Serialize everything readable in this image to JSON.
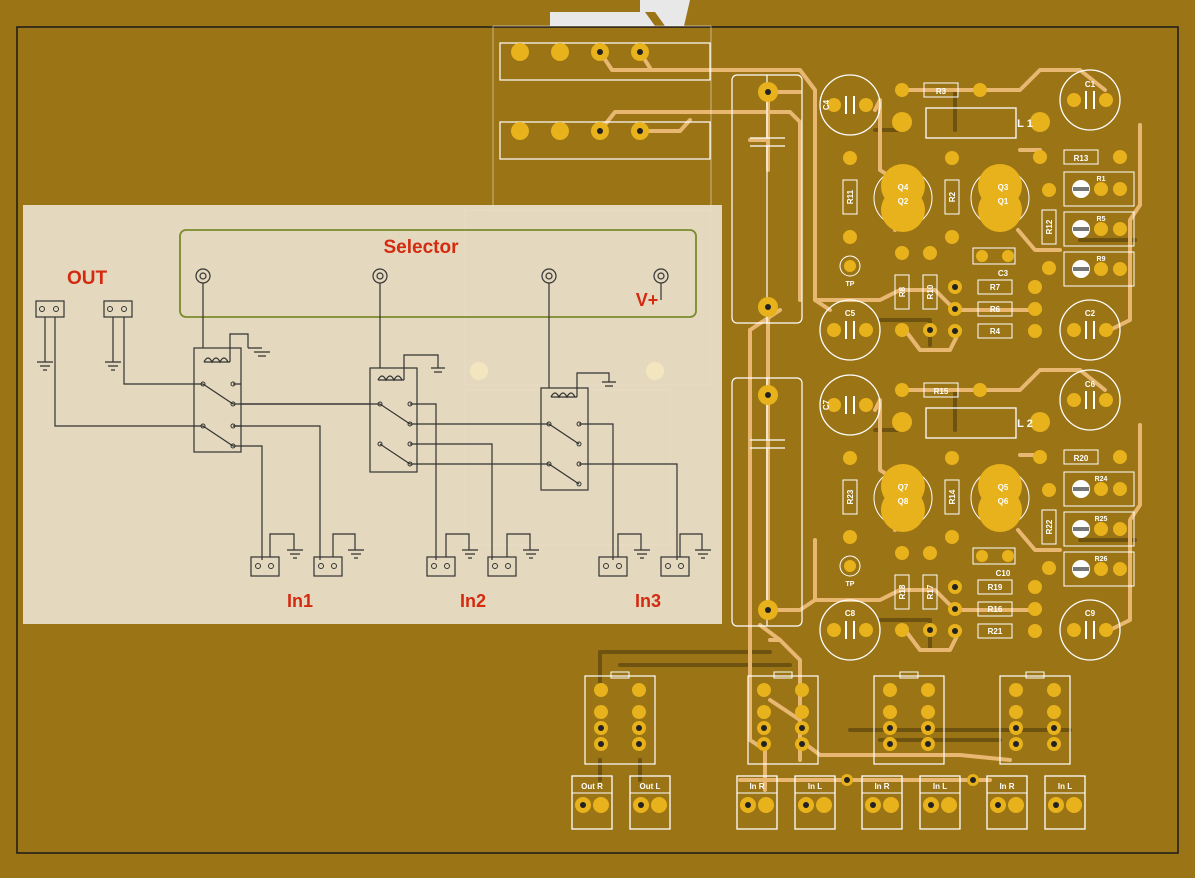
{
  "colors": {
    "board": "#9b7416",
    "trace": "#e8b872",
    "trace_dark": "#6e5210",
    "pad": "#e8b21c",
    "silk": "#ffffff",
    "schematic_bg": "#e6dcc4",
    "schematic_line": "#333333",
    "schematic_label": "#d42a10",
    "selector_box": "#7c8a2c"
  },
  "schematic": {
    "title": "Selector",
    "out_label": "OUT",
    "vplus_label": "V+",
    "inputs": [
      "In1",
      "In2",
      "In3"
    ]
  },
  "pcb": {
    "inductors": [
      "L 1",
      "L 2"
    ],
    "testpoints": [
      "TP",
      "TP"
    ],
    "capacitors": [
      "C4",
      "C1",
      "C5",
      "C2",
      "C3",
      "C7",
      "C6",
      "C8",
      "C9",
      "C10"
    ],
    "transistors": [
      "Q4",
      "Q2",
      "Q3",
      "Q1",
      "Q7",
      "Q8",
      "Q5",
      "Q6"
    ],
    "resistors_top": [
      "R3",
      "R13",
      "R11",
      "R2",
      "R12",
      "R1",
      "R5",
      "R9",
      "R8",
      "R10",
      "R7",
      "R6",
      "R4"
    ],
    "resistors_bottom": [
      "R15",
      "R20",
      "R23",
      "R14",
      "R22",
      "R24",
      "R25",
      "R26",
      "R18",
      "R17",
      "R19",
      "R16",
      "R21"
    ],
    "connectors": [
      "Out R",
      "Out L",
      "In R",
      "In L",
      "In R",
      "In L",
      "In R",
      "In L"
    ]
  }
}
